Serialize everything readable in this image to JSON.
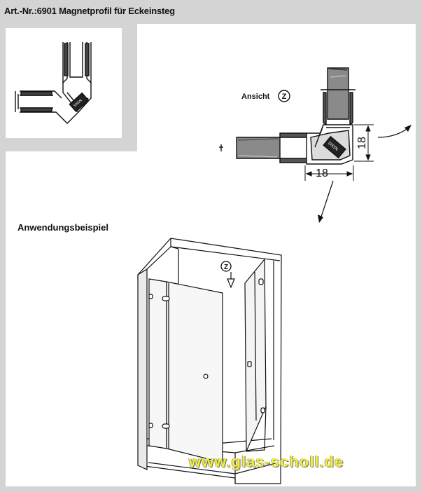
{
  "title": "Art.-Nr.:6901 Magnetprofil für Eckeinsteg",
  "view_label": "Ansicht",
  "view_marker": "Z",
  "dimension_horizontal": "18",
  "dimension_vertical": "18",
  "application_label": "Anwendungsbeispiel",
  "watermark": "www.glas-scholl.de",
  "icons": [
    "profile-cross-section",
    "view-arrow",
    "shower-enclosure",
    "hinge-icon",
    "door-knob-icon"
  ]
}
